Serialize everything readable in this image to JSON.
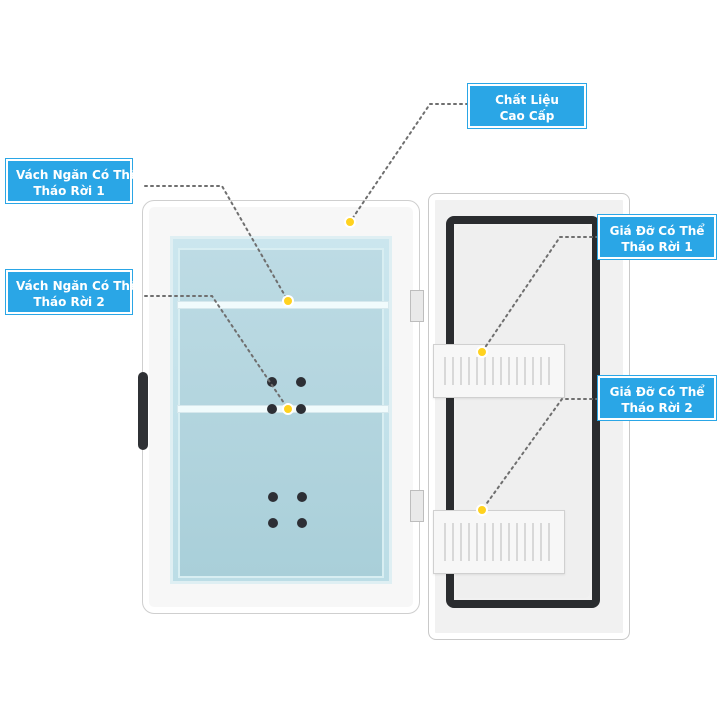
{
  "callouts": {
    "material": {
      "line1": "Chất Liệu",
      "line2": "Cao Cấp"
    },
    "divider_1": {
      "line1": "Vách Ngăn Có Thể",
      "line2": "Tháo Rời 1"
    },
    "divider_2": {
      "line1": "Vách Ngăn Có Thể",
      "line2": "Tháo Rời 2"
    },
    "rack_1": {
      "line1": "Giá Đỡ Có Thể",
      "line2": "Tháo Rời 1"
    },
    "rack_2": {
      "line1": "Giá Đỡ Có Thể",
      "line2": "Tháo Rời 2"
    }
  },
  "colors": {
    "callout_bg": "#2aa6e6",
    "marker_dot": "#ffd21f",
    "gasket": "#2a2c2f",
    "interior": "#bddbe4"
  }
}
